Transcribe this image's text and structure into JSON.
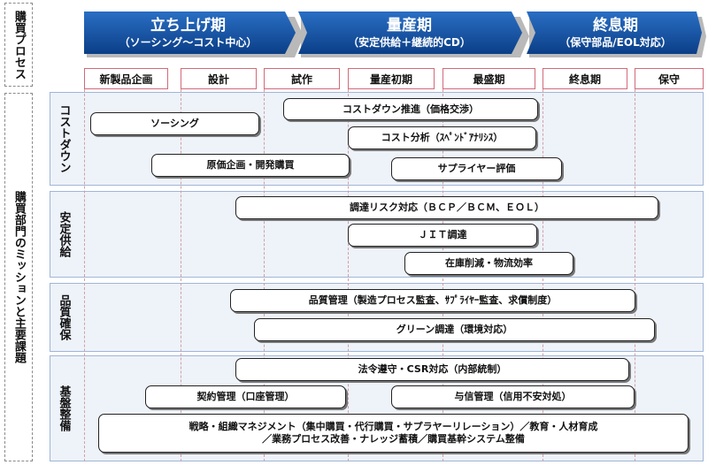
{
  "process_label": "購買プロセス",
  "mission_label": "購買部門のミッションと主要課題",
  "phases": [
    {
      "title": "立ち上げ期",
      "subtitle": "（ソーシング～コスト中心）"
    },
    {
      "title": "量産期",
      "subtitle": "（安定供給＋継続的CD）"
    },
    {
      "title": "終息期",
      "subtitle": "（保守部品/EOL対応）"
    }
  ],
  "stages": [
    "新製品企画",
    "設計",
    "試作",
    "量産初期",
    "最盛期",
    "終息期",
    "保守"
  ],
  "bands": [
    {
      "title": "コストダウン",
      "tasks": [
        "コストダウン推進（価格交渉）",
        "ソーシング",
        "コスト分析（ｽﾍﾟﾝﾄﾞｱﾅﾘｼｽ）",
        "原価企画・開発購買",
        "サプライヤー評価"
      ]
    },
    {
      "title": "安定供給",
      "tasks": [
        "調達リスク対応（ＢＣＰ／ＢＣＭ、ＥＯＬ）",
        "ＪＩＴ調達",
        "在庫削減・物流効率"
      ]
    },
    {
      "title": "品質確保",
      "tasks": [
        "品質管理（製造プロセス監査、ｻﾌﾟﾗｲﾔｰ監査、求償制度）",
        "グリーン調達（環境対応）"
      ]
    },
    {
      "title": "基盤整備",
      "tasks": [
        "法令遵守・CSR対応（内部統制）",
        "契約管理（口座管理）",
        "与信管理（信用不安対処）"
      ],
      "multiline_task": {
        "line1": "戦略・組織マネジメント（集中購買・代行購買・サプラヤーリレーション）／教育・人材育成",
        "line2": "／業務プロセス改善・ナレッジ蓄積／購買基幹システム整備"
      }
    }
  ]
}
